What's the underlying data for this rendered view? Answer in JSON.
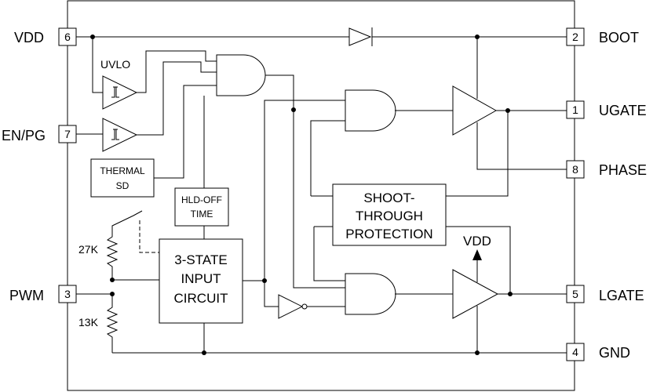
{
  "pins": {
    "vdd": {
      "name": "VDD",
      "num": "6"
    },
    "en_pg": {
      "name": "EN/PG",
      "num": "7"
    },
    "pwm": {
      "name": "PWM",
      "num": "3"
    },
    "boot": {
      "name": "BOOT",
      "num": "2"
    },
    "ugate": {
      "name": "UGATE",
      "num": "1"
    },
    "phase": {
      "name": "PHASE",
      "num": "8"
    },
    "lgate": {
      "name": "LGATE",
      "num": "5"
    },
    "gnd": {
      "name": "GND",
      "num": "4"
    }
  },
  "blocks": {
    "uvlo": "UVLO",
    "thermal": [
      "THERMAL",
      "SD"
    ],
    "hld_off": [
      "HLD-OFF",
      "TIME"
    ],
    "tri_state": [
      "3-STATE",
      "INPUT",
      "CIRCUIT"
    ],
    "shoot_through": [
      "SHOOT-",
      "THROUGH",
      "PROTECTION"
    ],
    "lgate_supply": "VDD"
  },
  "resistors": {
    "upper": "27K",
    "lower": "13K"
  },
  "colors": {
    "line": "#000000",
    "background": "#ffffff"
  }
}
